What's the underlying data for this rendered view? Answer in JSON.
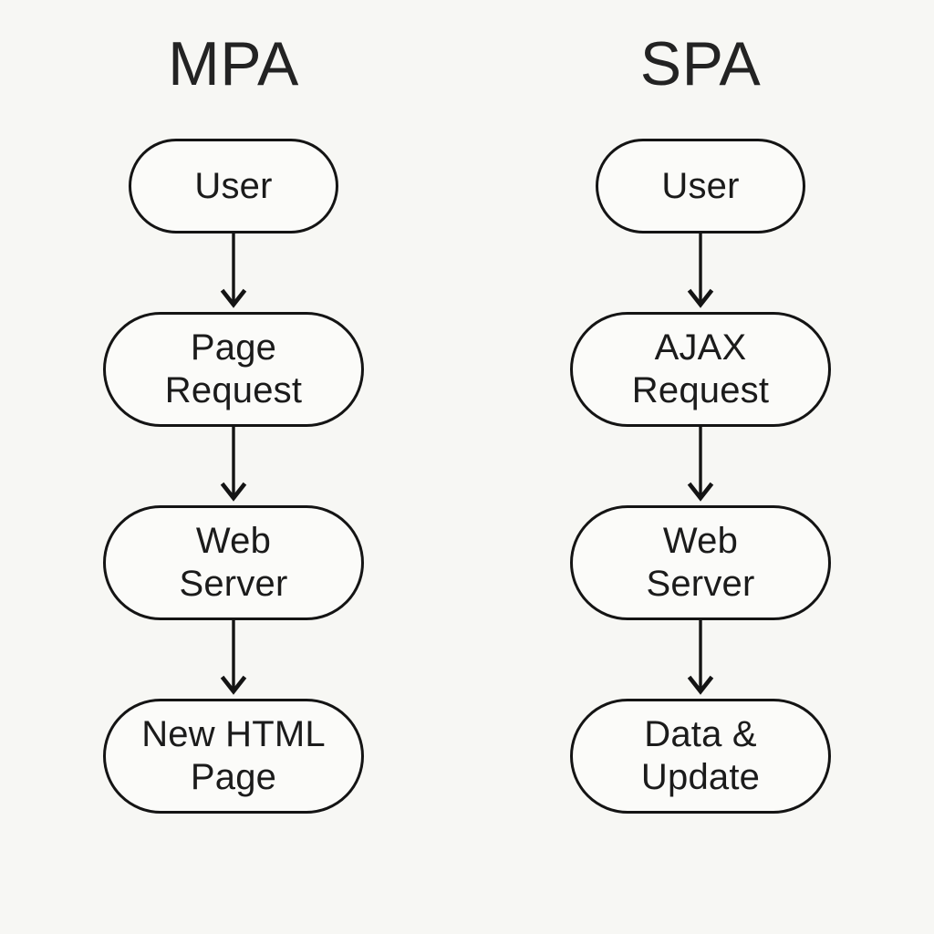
{
  "diagram": {
    "title_mpa": "MPA",
    "title_spa": "SPA",
    "background_color": "#f7f7f4",
    "node_fill_color": "#fbfbf9",
    "stroke_color": "#141414",
    "text_color": "#1b1b1b"
  },
  "columns": [
    {
      "id": "mpa",
      "title": "MPA",
      "nodes": [
        {
          "id": "mpa-user",
          "label": "User",
          "shape": "pill",
          "size": "small"
        },
        {
          "id": "mpa-request",
          "label": "Page\nRequest",
          "shape": "pill",
          "size": "wide"
        },
        {
          "id": "mpa-server",
          "label": "Web\nServer",
          "shape": "pill",
          "size": "wide"
        },
        {
          "id": "mpa-response",
          "label": "New HTML\nPage",
          "shape": "pill",
          "size": "wide"
        }
      ],
      "edges": [
        {
          "from": "mpa-user",
          "to": "mpa-request",
          "arrow": "down"
        },
        {
          "from": "mpa-request",
          "to": "mpa-server",
          "arrow": "down"
        },
        {
          "from": "mpa-server",
          "to": "mpa-response",
          "arrow": "down"
        }
      ]
    },
    {
      "id": "spa",
      "title": "SPA",
      "nodes": [
        {
          "id": "spa-user",
          "label": "User",
          "shape": "pill",
          "size": "small"
        },
        {
          "id": "spa-request",
          "label": "AJAX\nRequest",
          "shape": "pill",
          "size": "wide"
        },
        {
          "id": "spa-server",
          "label": "Web\nServer",
          "shape": "pill",
          "size": "wide"
        },
        {
          "id": "spa-response",
          "label": "Data &\nUpdate",
          "shape": "pill",
          "size": "wide"
        }
      ],
      "edges": [
        {
          "from": "spa-user",
          "to": "spa-request",
          "arrow": "down"
        },
        {
          "from": "spa-request",
          "to": "spa-server",
          "arrow": "down"
        },
        {
          "from": "spa-server",
          "to": "spa-response",
          "arrow": "down"
        }
      ]
    }
  ]
}
